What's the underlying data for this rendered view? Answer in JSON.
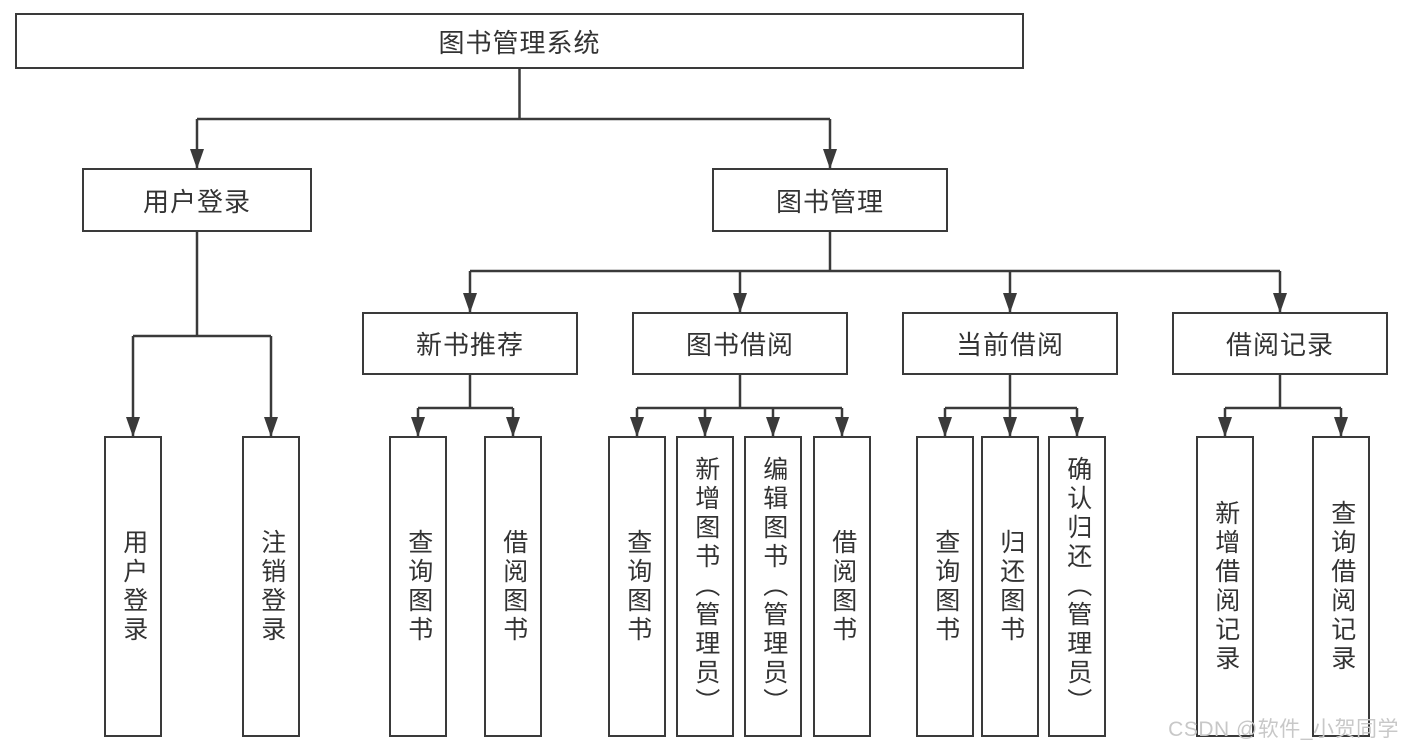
{
  "tree": {
    "label": "图书管理系统",
    "children": [
      {
        "label": "用户登录",
        "children": [
          {
            "label": "用户登录"
          },
          {
            "label": "注销登录"
          }
        ]
      },
      {
        "label": "图书管理",
        "children": [
          {
            "label": "新书推荐",
            "children": [
              {
                "label": "查询图书"
              },
              {
                "label": "借阅图书"
              }
            ]
          },
          {
            "label": "图书借阅",
            "children": [
              {
                "label": "查询图书"
              },
              {
                "label": "新增图书（管理员）"
              },
              {
                "label": "编辑图书（管理员）"
              },
              {
                "label": "借阅图书"
              }
            ]
          },
          {
            "label": "当前借阅",
            "children": [
              {
                "label": "查询图书"
              },
              {
                "label": "归还图书"
              },
              {
                "label": "确认归还（管理员）"
              }
            ]
          },
          {
            "label": "借阅记录",
            "children": [
              {
                "label": "新增借阅记录"
              },
              {
                "label": "查询借阅记录"
              }
            ]
          }
        ]
      }
    ]
  },
  "watermark": {
    "text": "CSDN @软件_小贺同学"
  },
  "colors": {
    "line": "#3a3a3a",
    "box_border": "#3a3a3a",
    "node_text": "#333333",
    "watermark_text": "#c8c8c8",
    "background": "#ffffff"
  }
}
